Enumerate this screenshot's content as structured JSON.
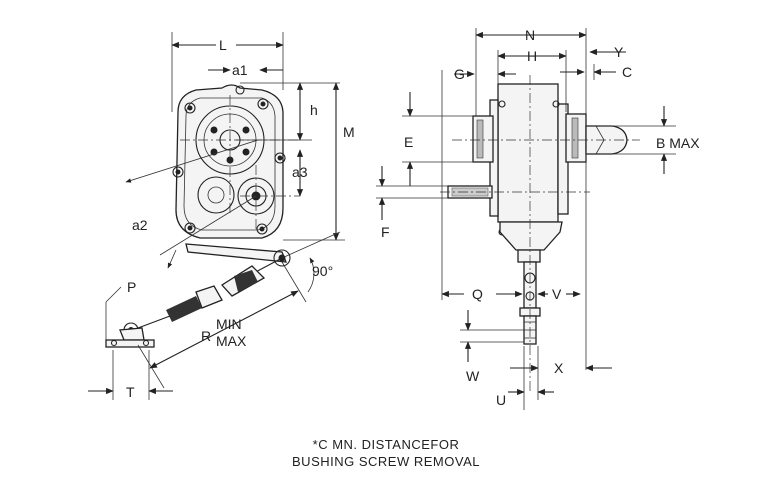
{
  "labels": {
    "L": "L",
    "a1": "a1",
    "h": "h",
    "M": "M",
    "a3": "a3",
    "a2": "a2",
    "angle": "90°",
    "P": "P",
    "R": "R",
    "min": "MIN",
    "max": "MAX",
    "T": "T",
    "N": "N",
    "H": "H",
    "Y": "Y",
    "G": "G",
    "C": "C",
    "E": "E",
    "B_max": "B MAX",
    "F": "F",
    "Q": "Q",
    "V": "V",
    "W": "W",
    "X": "X",
    "U": "U"
  },
  "note": {
    "line1": "*C MN. DISTANCEFOR",
    "line2": "BUSHING SCREW REMOVAL"
  }
}
